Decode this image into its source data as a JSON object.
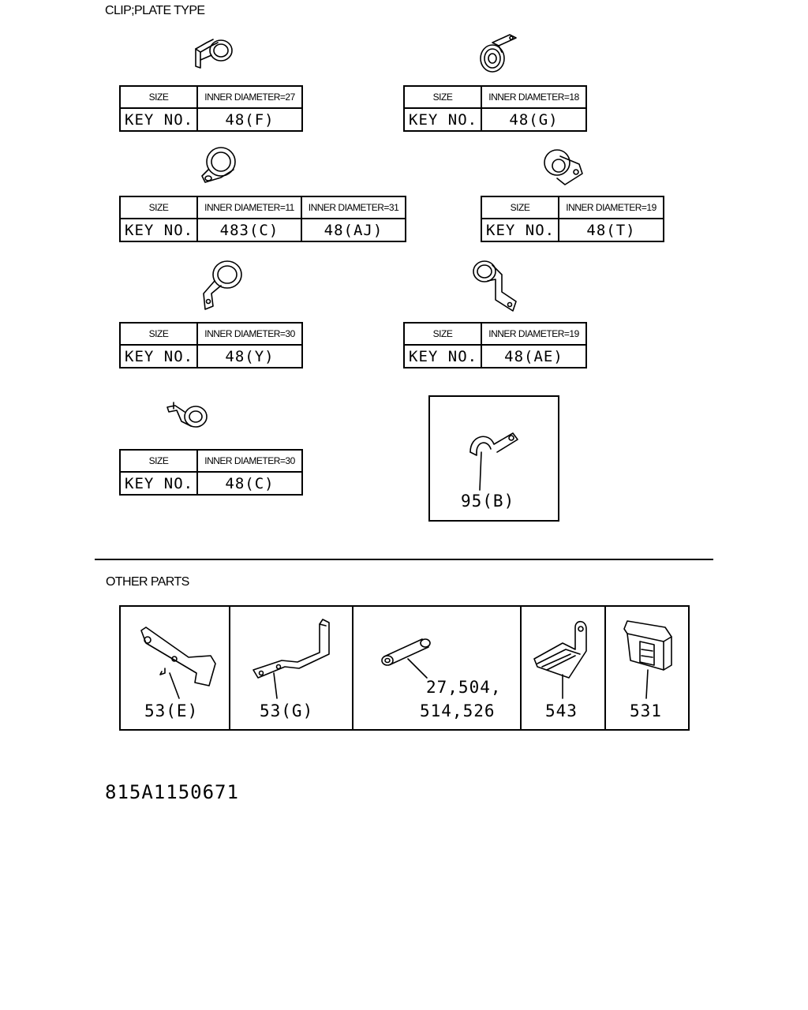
{
  "header": {
    "title": "CLIP;PLATE TYPE"
  },
  "clips": [
    {
      "size_label": "SIZE",
      "key_label": "KEY NO.",
      "entries": [
        {
          "size": "INNER DIAMETER=27",
          "key": "48(F)"
        }
      ],
      "icon": "clip-offset-ring-icon"
    },
    {
      "size_label": "SIZE",
      "key_label": "KEY NO.",
      "entries": [
        {
          "size": "INNER DIAMETER=18",
          "key": "48(G)"
        }
      ],
      "icon": "clip-double-ring-icon"
    },
    {
      "size_label": "SIZE",
      "key_label": "KEY NO.",
      "entries": [
        {
          "size": "INNER DIAMETER=11",
          "key": "483(C)"
        },
        {
          "size": "INNER DIAMETER=31",
          "key": "48(AJ)"
        }
      ],
      "icon": "clip-p-loop-icon"
    },
    {
      "size_label": "SIZE",
      "key_label": "KEY NO.",
      "entries": [
        {
          "size": "INNER DIAMETER=19",
          "key": "48(T)"
        }
      ],
      "icon": "clip-bracket-ring-icon"
    },
    {
      "size_label": "SIZE",
      "key_label": "KEY NO.",
      "entries": [
        {
          "size": "INNER DIAMETER=30",
          "key": "48(Y)"
        }
      ],
      "icon": "clip-long-tab-icon"
    },
    {
      "size_label": "SIZE",
      "key_label": "KEY NO.",
      "entries": [
        {
          "size": "INNER DIAMETER=19",
          "key": "48(AE)"
        }
      ],
      "icon": "clip-bent-arm-icon"
    },
    {
      "size_label": "SIZE",
      "key_label": "KEY NO.",
      "entries": [
        {
          "size": "INNER DIAMETER=30",
          "key": "48(C)"
        }
      ],
      "icon": "clip-pin-ring-icon"
    }
  ],
  "saddle_clip": {
    "label": "95(B)",
    "icon": "saddle-clip-icon"
  },
  "other_parts": {
    "title": "OTHER PARTS",
    "items": [
      {
        "label": "53(E)",
        "icon": "angle-bracket-icon"
      },
      {
        "label": "53(G)",
        "icon": "stepped-plate-icon"
      },
      {
        "label_line1": "27,504,",
        "label_line2": "514,526",
        "icon": "sleeve-tube-icon"
      },
      {
        "label": "543",
        "icon": "channel-bracket-icon"
      },
      {
        "label": "531",
        "icon": "box-clip-icon"
      }
    ]
  },
  "footer": {
    "drawing_number": "815A1150671"
  }
}
